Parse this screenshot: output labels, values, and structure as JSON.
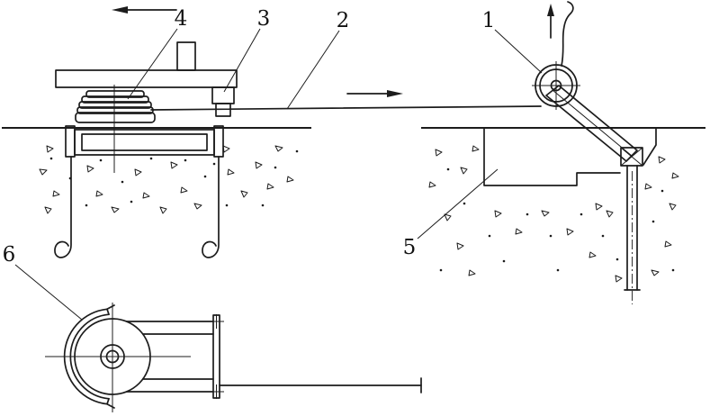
{
  "figure": {
    "background_color": "#ffffff",
    "ink_color": "#1c1c1c",
    "labels": {
      "l1": "1",
      "l2": "2",
      "l3": "3",
      "l4": "4",
      "l5": "5",
      "l6": "6"
    },
    "arrows": [
      {
        "name": "pull-arrow",
        "direction": "left"
      },
      {
        "name": "cable-travel-arrow",
        "direction": "right"
      },
      {
        "name": "hoist-arrow",
        "direction": "up"
      }
    ]
  }
}
